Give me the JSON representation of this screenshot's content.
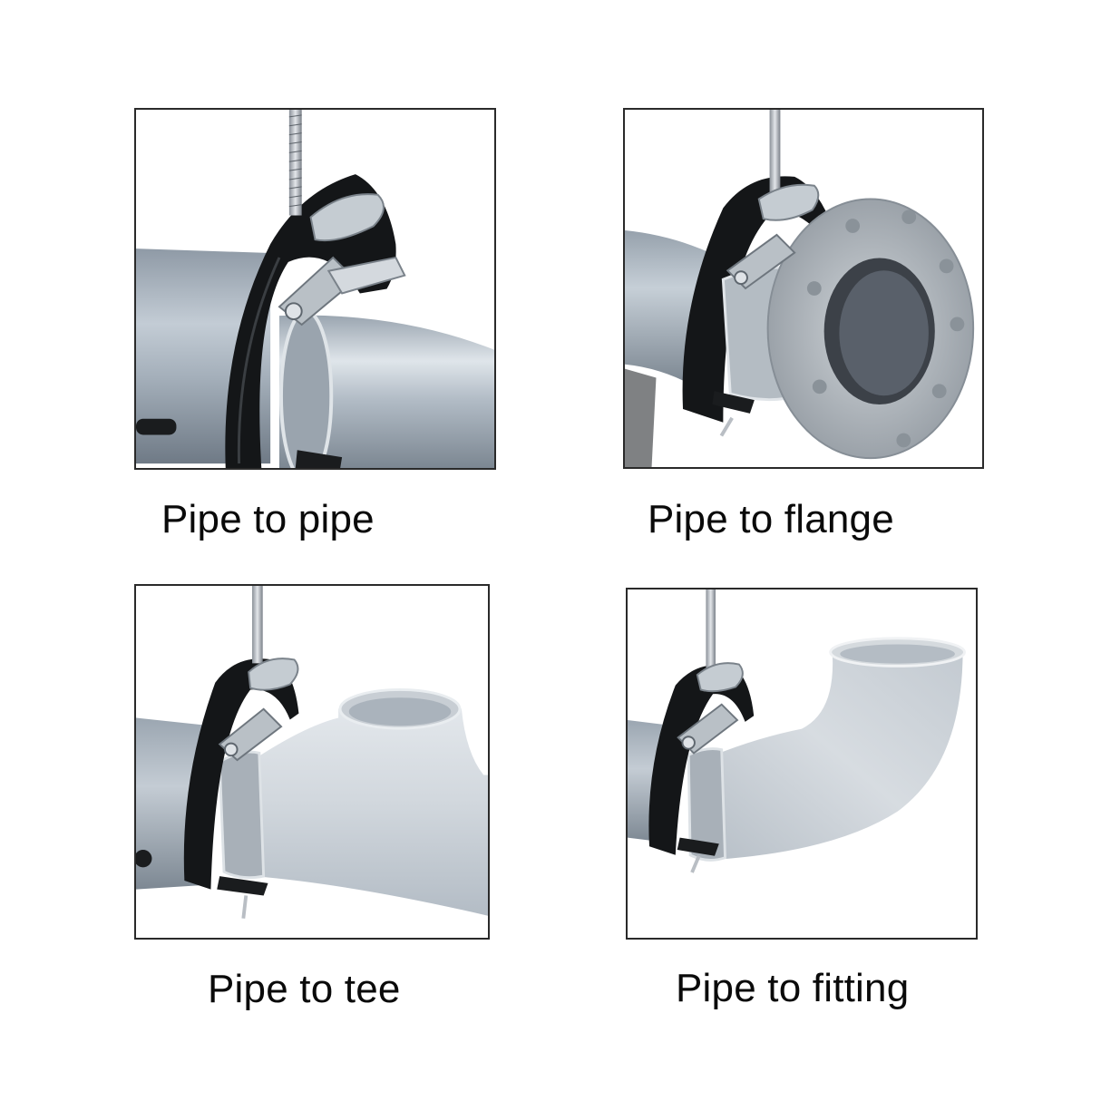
{
  "panels": [
    {
      "id": "pipe-to-pipe",
      "caption": "Pipe to pipe",
      "image_subject": "pipe-clamp-joining-two-pipes"
    },
    {
      "id": "pipe-to-flange",
      "caption": "Pipe to flange",
      "image_subject": "pipe-clamp-joining-pipe-and-flange"
    },
    {
      "id": "pipe-to-tee",
      "caption": "Pipe to tee",
      "image_subject": "pipe-clamp-joining-pipe-and-tee"
    },
    {
      "id": "pipe-to-fitting",
      "caption": "Pipe to fitting",
      "image_subject": "pipe-clamp-joining-pipe-and-elbow-fitting"
    }
  ],
  "colors": {
    "background": "#ffffff",
    "border": "#2a2a2a",
    "caption_text": "#0a0a0a",
    "pipe_steel": "#a9b4bf",
    "clamp_black": "#141618",
    "hardware_silver": "#c9ced3"
  }
}
